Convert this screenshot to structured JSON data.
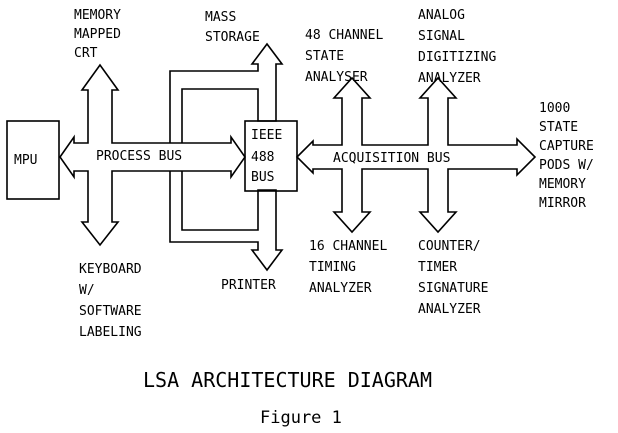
{
  "blocks": {
    "mpu": "MPU",
    "ieee_line1": "IEEE",
    "ieee_line2": "488",
    "ieee_line3": "BUS"
  },
  "buses": {
    "process": "PROCESS BUS",
    "acquisition": "ACQUISITION BUS"
  },
  "labels": {
    "memory_crt": "MEMORY\nMAPPED\nCRT",
    "mass_storage": "MASS\nSTORAGE",
    "state_analyser": "48 CHANNEL\nSTATE\nANALYSER",
    "analog_analyzer": "ANALOG\nSIGNAL\nDIGITIZING\nANALYZER",
    "capture_pods": "1000\nSTATE\nCAPTURE\nPODS W/\nMEMORY\nMIRROR",
    "keyboard": "KEYBOARD\nW/\nSOFTWARE\nLABELING",
    "printer": "PRINTER",
    "timing_analyzer": "16 CHANNEL\nTIMING\nANALYZER",
    "counter_timer": "COUNTER/\nTIMER\nSIGNATURE\nANALYZER"
  },
  "title": "LSA ARCHITECTURE DIAGRAM",
  "figure": "Figure 1"
}
